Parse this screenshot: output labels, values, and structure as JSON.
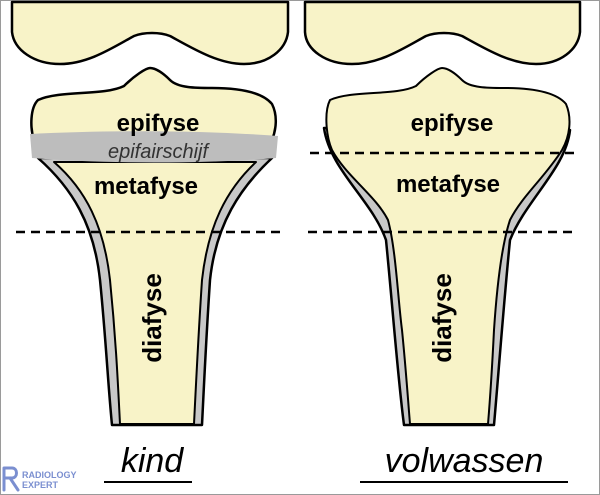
{
  "colors": {
    "bone_fill": "#f8f3c8",
    "outline": "#000000",
    "growth_plate": "#bdbdbd",
    "cortex": "#c8c8c8",
    "logo": "#7b8fd0"
  },
  "panels": {
    "child": {
      "epiphysis": "epifyse",
      "growth_plate": "epifairschijf",
      "metaphysis": "metafyse",
      "diaphysis": "diafyse",
      "caption": "kind"
    },
    "adult": {
      "epiphysis": "epifyse",
      "metaphysis": "metafyse",
      "diaphysis": "diafyse",
      "caption": "volwassen"
    }
  },
  "logo": {
    "line1": "RADIOLOGY",
    "line2": "EXPERT"
  }
}
